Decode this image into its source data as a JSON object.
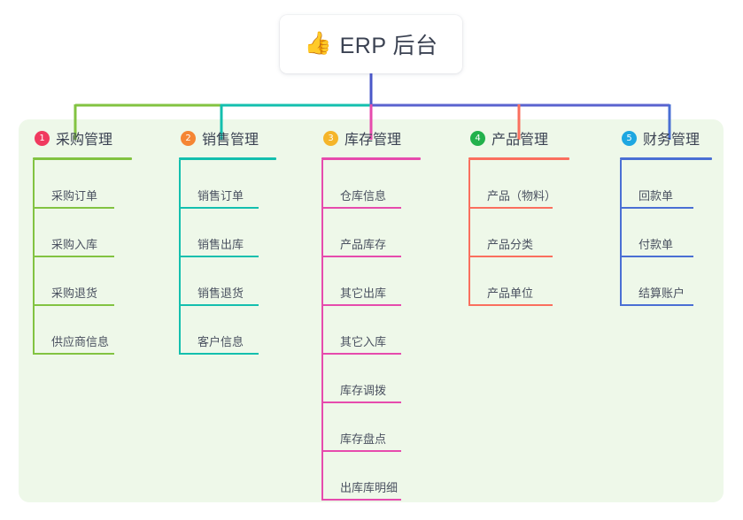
{
  "diagram": {
    "type": "org-tree",
    "background_color": "#ffffff",
    "panel_color": "#eef8e9",
    "root": {
      "icon": "thumbs-up-icon",
      "icon_glyph": "👍",
      "title": "ERP 后台"
    },
    "trunk_color": "#4a57c8",
    "bus_segments": [
      {
        "color": "#82c341",
        "from": "col1",
        "to": "col2"
      },
      {
        "color": "#13bfae",
        "from": "col2",
        "to": "col3"
      },
      {
        "color": "#5a63cf",
        "from": "col3",
        "to": "col5"
      }
    ],
    "columns": [
      {
        "index": "1",
        "badge_number": "1",
        "badge_color": "#f03a5f",
        "accent_color": "#82c341",
        "title": "采购管理",
        "items": [
          {
            "label": "采购订单"
          },
          {
            "label": "采购入库"
          },
          {
            "label": "采购退货"
          },
          {
            "label": "供应商信息"
          }
        ]
      },
      {
        "index": "2",
        "badge_number": "2",
        "badge_color": "#f58634",
        "accent_color": "#13bfae",
        "title": "销售管理",
        "items": [
          {
            "label": "销售订单"
          },
          {
            "label": "销售出库"
          },
          {
            "label": "销售退货"
          },
          {
            "label": "客户信息"
          }
        ]
      },
      {
        "index": "3",
        "badge_number": "3",
        "badge_color": "#f5b52a",
        "accent_color": "#e64bad",
        "title": "库存管理",
        "items": [
          {
            "label": "仓库信息"
          },
          {
            "label": "产品库存"
          },
          {
            "label": "其它出库"
          },
          {
            "label": "其它入库"
          },
          {
            "label": "库存调拨"
          },
          {
            "label": "库存盘点"
          },
          {
            "label": "出库库明细"
          }
        ]
      },
      {
        "index": "4",
        "badge_number": "4",
        "badge_color": "#22b14c",
        "accent_color": "#fa6f5e",
        "title": "产品管理",
        "items": [
          {
            "label": "产品（物料）"
          },
          {
            "label": "产品分类"
          },
          {
            "label": "产品单位"
          }
        ]
      },
      {
        "index": "5",
        "badge_number": "5",
        "badge_color": "#1ea7e1",
        "accent_color": "#4a6fd4",
        "title": "财务管理",
        "items": [
          {
            "label": "回款单"
          },
          {
            "label": "付款单"
          },
          {
            "label": "结算账户"
          }
        ]
      }
    ]
  }
}
